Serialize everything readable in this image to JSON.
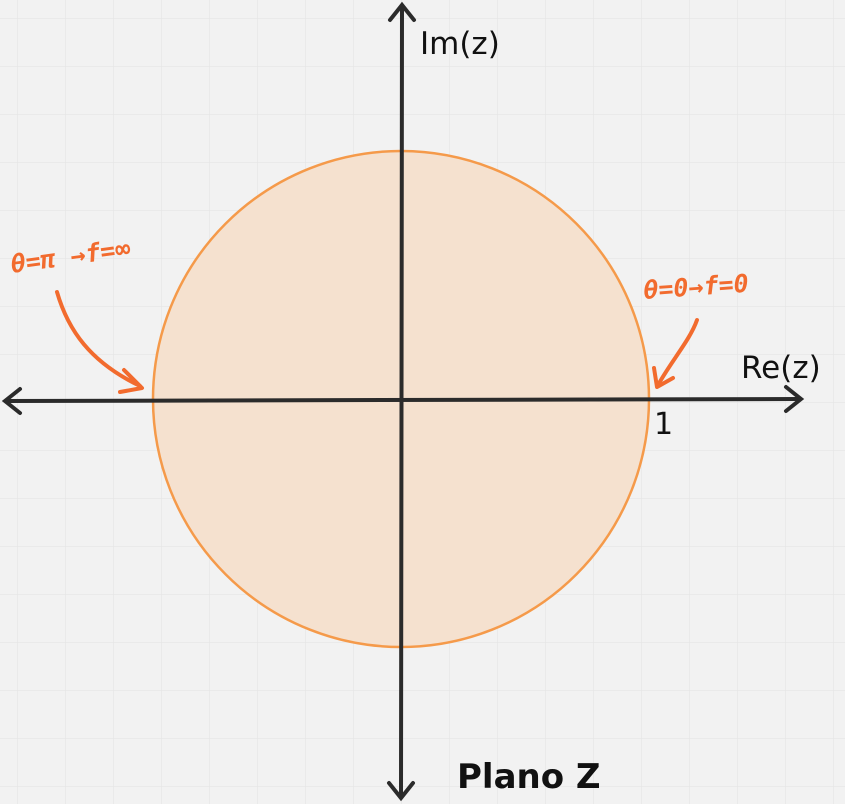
{
  "axes": {
    "imag_label": "Im(z)",
    "real_label": "Re(z)",
    "unit_tick_label": "1"
  },
  "title": "Plano Z",
  "annotations": {
    "left": "θ=π →f=∞",
    "right": "θ=0→f=0"
  },
  "colors": {
    "background": "#f2f2f2",
    "grid": "#e3e3e3",
    "axis": "#2b2b2b",
    "circle_stroke": "#f59a4a",
    "circle_fill": "#f5e1cf",
    "annotation": "#f26b2e"
  }
}
